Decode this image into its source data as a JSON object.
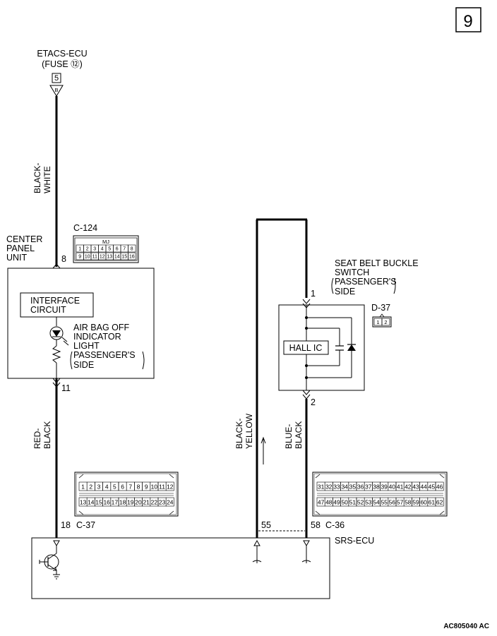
{
  "page_number": "9",
  "diagram_id": "AC805040 AC",
  "power_source": {
    "line1": "ETACS-ECU",
    "line2": "(FUSE ⑫)",
    "terminal": "5",
    "connector": "B"
  },
  "wire_top": {
    "color": "BLACK-WHITE",
    "line1": "BLACK-",
    "line2": "WHITE"
  },
  "center_panel": {
    "title_line1": "CENTER",
    "title_line2": "PANEL",
    "title_line3": "UNIT",
    "pin_in": "8",
    "pin_out": "11",
    "connector_name": "C-124",
    "connector_row1": [
      "1",
      "2",
      "3",
      "4",
      "5",
      "6",
      "7",
      "8"
    ],
    "connector_row2": [
      "9",
      "10",
      "11",
      "12",
      "13",
      "14",
      "15",
      "16"
    ],
    "connector_mark": "MJ",
    "interface_line1": "INTERFACE",
    "interface_line2": "CIRCUIT",
    "lamp_line1": "AIR BAG OFF",
    "lamp_line2": "INDICATOR",
    "lamp_line3": "LIGHT",
    "lamp_line4": "PASSENGER'S",
    "lamp_line5": "SIDE"
  },
  "wire_left_lower": {
    "line1": "RED-",
    "line2": "BLACK"
  },
  "wire_mid": {
    "line1": "BLACK-",
    "line2": "YELLOW"
  },
  "wire_right": {
    "line1": "BLUE-",
    "line2": "BLACK"
  },
  "seatbelt_switch": {
    "line1": "SEAT BELT BUCKLE",
    "line2": "SWITCH",
    "line3": "PASSENGER'S",
    "line4": "SIDE",
    "pin_in": "1",
    "pin_out": "2",
    "connector_name": "D-37",
    "connector_pins": [
      "1",
      "2"
    ],
    "ic_label": "HALL IC"
  },
  "connector_c37": {
    "name": "C-37",
    "pin": "18",
    "row1": [
      "1",
      "2",
      "3",
      "4",
      "5",
      "6",
      "7",
      "8",
      "9",
      "10",
      "11",
      "12"
    ],
    "row2": [
      "13",
      "14",
      "15",
      "16",
      "17",
      "18",
      "19",
      "20",
      "21",
      "22",
      "23",
      "24"
    ]
  },
  "connector_c36": {
    "name": "C-36",
    "pin_a": "55",
    "pin_b": "58",
    "row1": [
      "31",
      "32",
      "33",
      "34",
      "35",
      "36",
      "37",
      "38",
      "39",
      "40",
      "41",
      "42",
      "43",
      "44",
      "45",
      "46"
    ],
    "row2": [
      "47",
      "48",
      "49",
      "50",
      "51",
      "52",
      "53",
      "54",
      "55",
      "56",
      "57",
      "58",
      "59",
      "60",
      "61",
      "62"
    ]
  },
  "srs_ecu": {
    "label": "SRS-ECU"
  }
}
